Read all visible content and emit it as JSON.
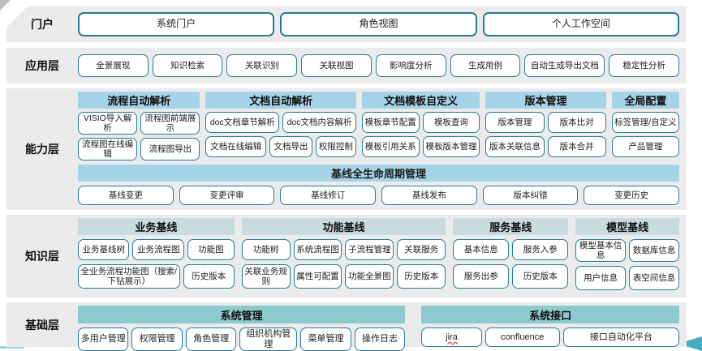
{
  "colors": {
    "band_bg": "#ebebeb",
    "capability_header": "#a5d4e8",
    "knowledge_header": "#c9dcdd",
    "base_header": "#8ccace",
    "box_border": "#2b7b96",
    "accent_teal": "#45aec2"
  },
  "portal": {
    "label": "门户",
    "boxes": [
      "系统门户",
      "角色视图",
      "个人工作空间"
    ]
  },
  "app": {
    "label": "应用层",
    "boxes": [
      "全景展现",
      "知识检索",
      "关联识别",
      "关联视图",
      "影响度分析",
      "生成用例",
      "自动生成导出文档",
      "稳定性分析"
    ]
  },
  "cap": {
    "label": "能力层",
    "groups": [
      {
        "title": "流程自动解析",
        "r1": [
          "VISIO导入解析",
          "流程图前端展示"
        ],
        "r2": [
          "流程图在线编辑",
          "流程图导出"
        ]
      },
      {
        "title": "文档自动解析",
        "r1": [
          "doc文档章节解析",
          "doc文档内容解析"
        ],
        "r2": [
          "文档在线编辑",
          "文档导出",
          "权限控制"
        ]
      },
      {
        "title": "文档模板自定义",
        "r1": [
          "模板章节配置",
          "模板查询"
        ],
        "r2": [
          "模板引用关系",
          "模板版本管理"
        ]
      },
      {
        "title": "版本管理",
        "r1": [
          "版本管理",
          "版本比对"
        ],
        "r2": [
          "版本关联信息",
          "版本合并"
        ]
      },
      {
        "title": "全局配置",
        "r1": [
          "标签管理/自定义"
        ],
        "r2": [
          "产品管理"
        ]
      }
    ],
    "baseline_title": "基线全生命周期管理",
    "baseline_boxes": [
      "基线变更",
      "变更评审",
      "基线修订",
      "基线发布",
      "版本纠错",
      "变更历史"
    ]
  },
  "knw": {
    "label": "知识层",
    "groups": [
      {
        "title": "业务基线",
        "r1": [
          "业务基线树",
          "业务流程图",
          "功能图"
        ],
        "r2": [
          "全业务流程功能图（搜索/下钻展示）",
          "历史版本"
        ]
      },
      {
        "title": "功能基线",
        "r1": [
          "功能树",
          "系统流程图",
          "子流程管理",
          "关联服务"
        ],
        "r2": [
          "关联业务规则",
          "属性可配置",
          "功能全景图",
          "历史版本"
        ]
      },
      {
        "title": "服务基线",
        "r1": [
          "基本信息",
          "服务入参"
        ],
        "r2": [
          "服务出参",
          "历史版本"
        ]
      },
      {
        "title": "模型基线",
        "r1": [
          "模型基本信息",
          "数据库信息"
        ],
        "r2": [
          "用户信息",
          "表空间信息"
        ]
      }
    ]
  },
  "base": {
    "label": "基础层",
    "groups": [
      {
        "title": "系统管理",
        "boxes": [
          "多用户管理",
          "权限管理",
          "角色管理",
          "组织机构管理",
          "菜单管理",
          "操作日志"
        ]
      },
      {
        "title": "系统接口",
        "boxes": [
          "jira",
          "confluence",
          "接口自动化平台"
        ]
      }
    ]
  }
}
